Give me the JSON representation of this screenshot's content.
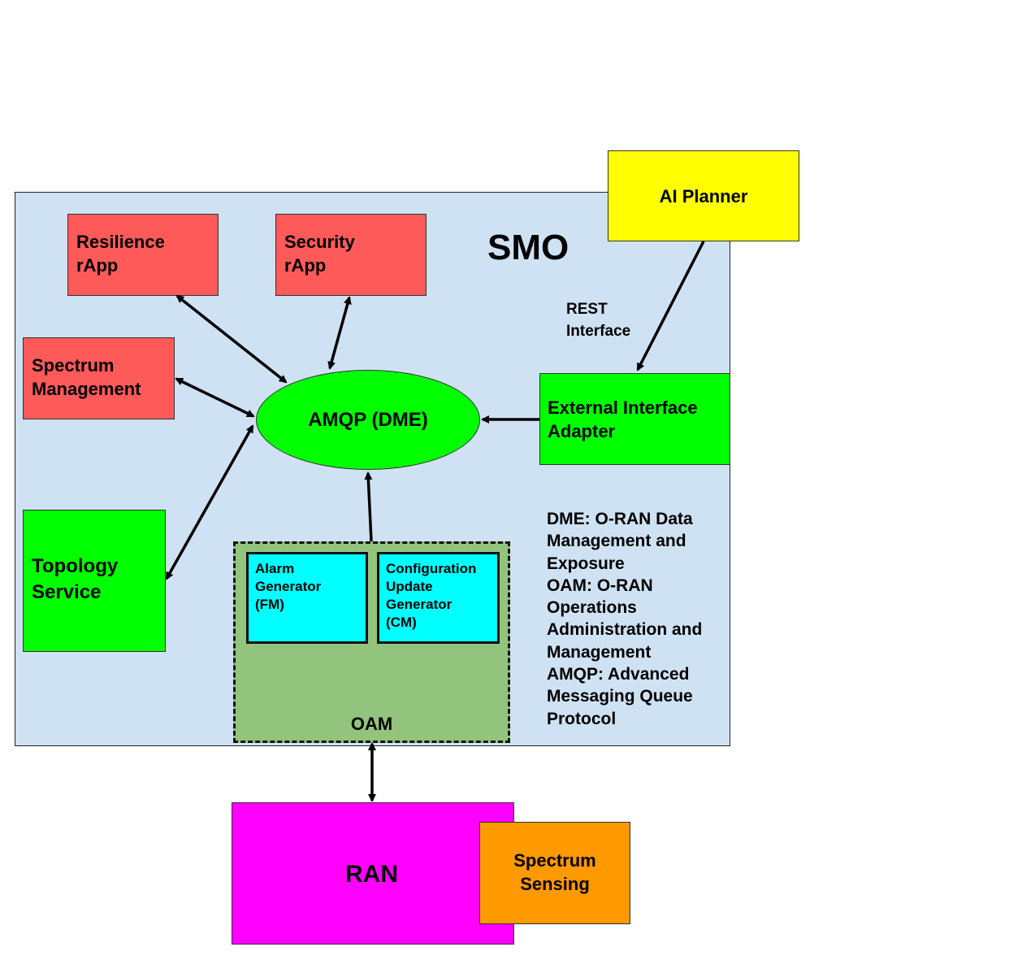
{
  "smo": {
    "title": "SMO"
  },
  "boxes": {
    "resilience": "Resilience\nrApp",
    "security": "Security\nrApp",
    "spectrum_mgmt": "Spectrum\nManagement",
    "topology": "Topology\nService",
    "ai_planner": "AI Planner",
    "external_adapter": "External Interface\nAdapter",
    "amqp": "AMQP (DME)",
    "oam": "OAM",
    "alarm": "Alarm\nGenerator\n(FM)",
    "config": "Configuration\nUpdate\nGenerator\n(CM)",
    "ran": "RAN",
    "spectrum_sensing": "Spectrum\nSensing"
  },
  "labels": {
    "rest": "REST\nInterface",
    "legend": "DME: O-RAN Data\nManagement and\nExposure\nOAM: O-RAN\nOperations\nAdministration and\nManagement\nAMQP: Advanced\nMessaging Queue\nProtocol"
  },
  "colors": {
    "smo_bg": "#cfe2f3",
    "rapp": "#ff5a5a",
    "service": "#00ff00",
    "ai_planner": "#ffff00",
    "oam": "#93c47d",
    "generator": "#00ffff",
    "ran": "#ff00ff",
    "spectrum_sensing": "#ff9900"
  }
}
